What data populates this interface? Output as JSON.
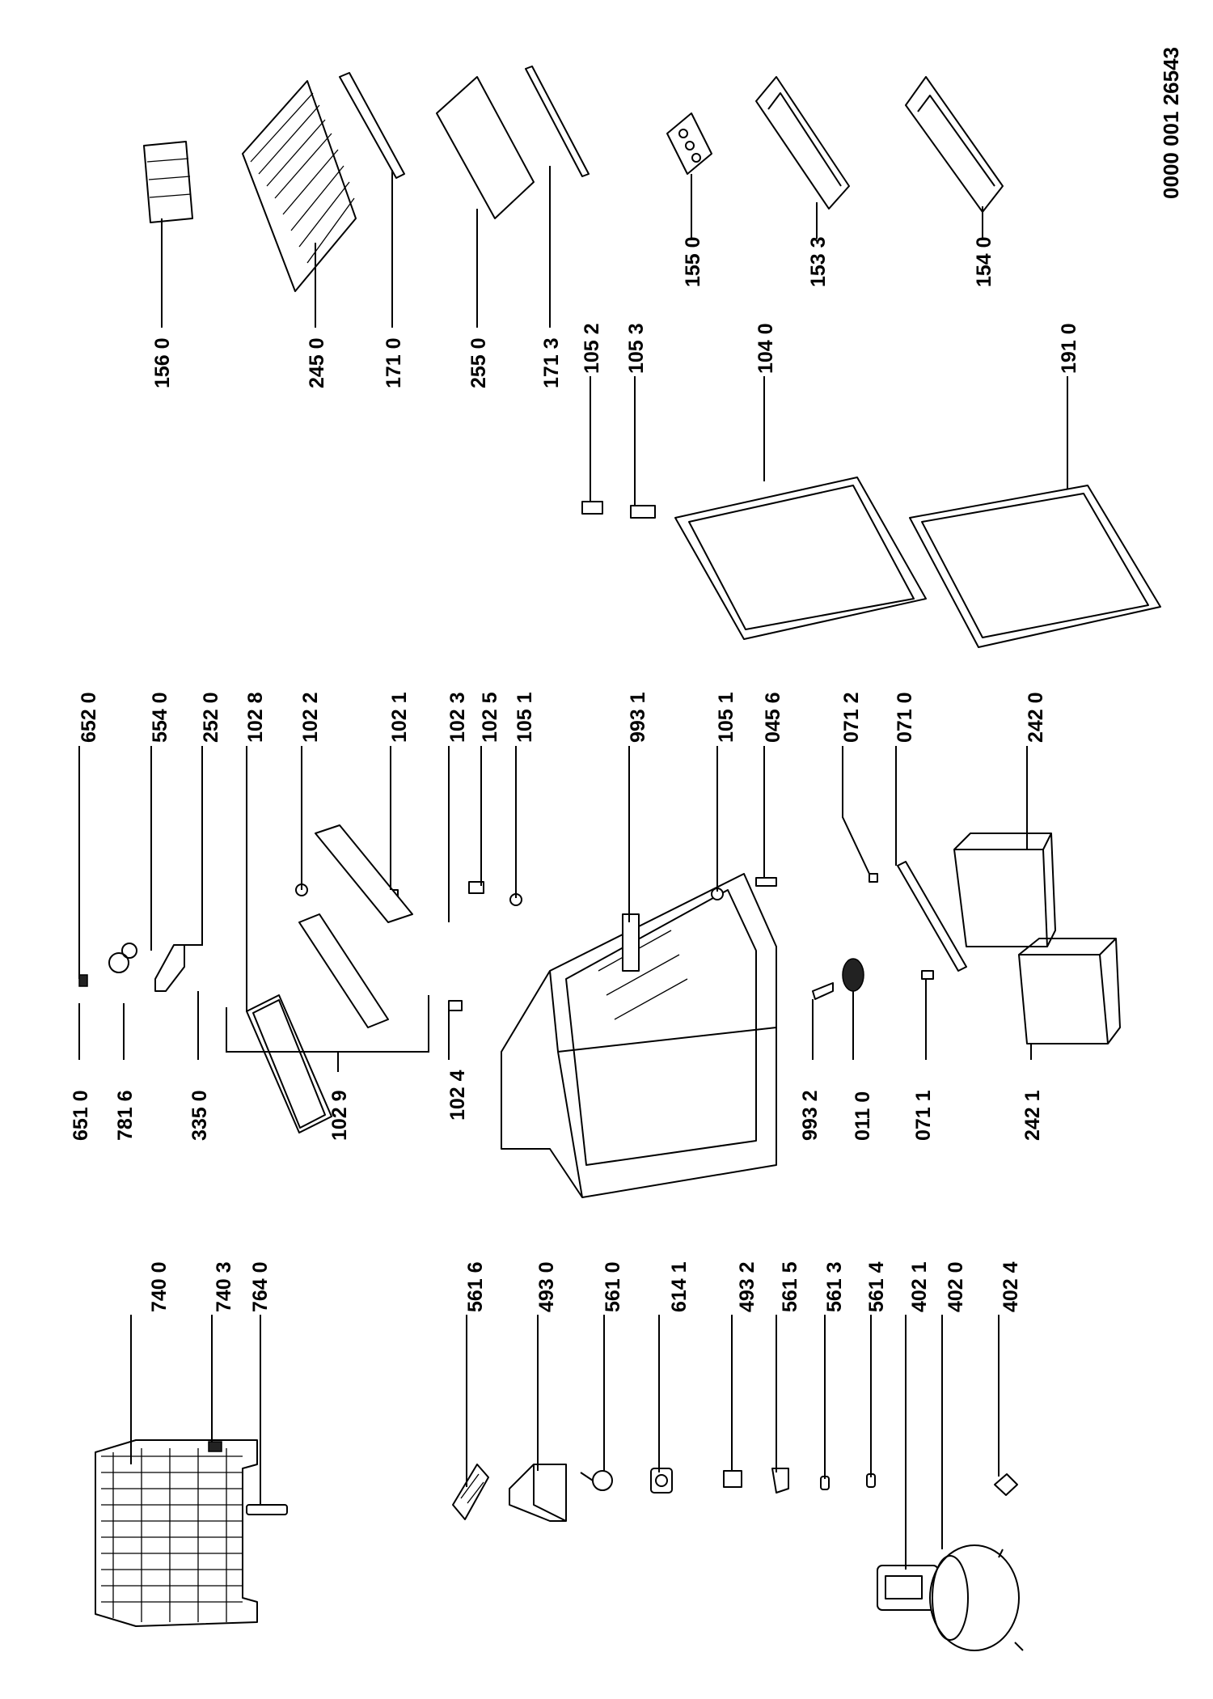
{
  "document_number": "0000 001 26543",
  "labels": {
    "p740_0": "740 0",
    "p740_3": "740 3",
    "p764_0": "764 0",
    "p561_6": "561 6",
    "p493_0": "493 0",
    "p561_0": "561 0",
    "p614_1": "614 1",
    "p493_2": "493 2",
    "p561_5": "561 5",
    "p561_3": "561 3",
    "p561_4": "561 4",
    "p402_1": "402 1",
    "p402_0": "402 0",
    "p402_4": "402 4",
    "p652_0": "652 0",
    "p554_0": "554 0",
    "p252_0": "252 0",
    "p102_8": "102 8",
    "p102_2": "102 2",
    "p102_1": "102 1",
    "p102_3": "102 3",
    "p102_5": "102 5",
    "p105_1a": "105 1",
    "p993_1": "993 1",
    "p105_1b": "105 1",
    "p045_6": "045 6",
    "p071_2": "071 2",
    "p071_0": "071 0",
    "p242_0": "242 0",
    "p651_0": "651 0",
    "p781_6": "781 6",
    "p335_0": "335 0",
    "p102_9": "102 9",
    "p102_4": "102 4",
    "p993_2": "993 2",
    "p011_0": "011 0",
    "p071_1": "071 1",
    "p242_1": "242 1",
    "p156_0": "156 0",
    "p245_0": "245 0",
    "p171_0": "171 0",
    "p255_0": "255 0",
    "p171_3": "171 3",
    "p155_0": "155 0",
    "p153_3": "153 3",
    "p154_0": "154 0",
    "p105_2": "105 2",
    "p105_3": "105 3",
    "p104_0": "104 0",
    "p191_0": "191 0"
  }
}
